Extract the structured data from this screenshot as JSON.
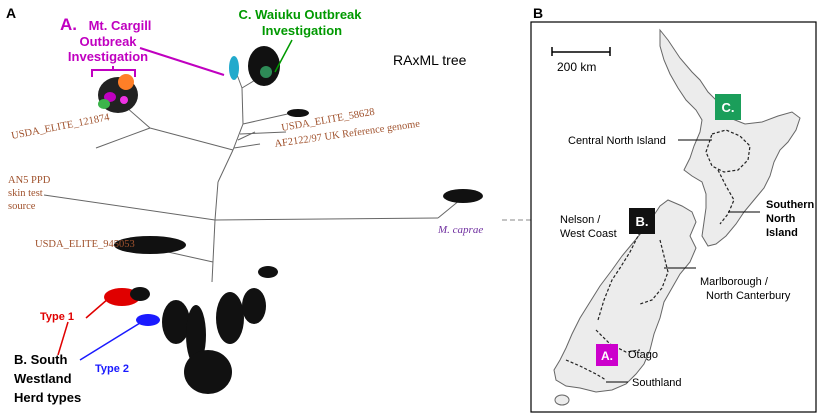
{
  "panel_a": {
    "panel_letter": "A",
    "tree_title": "RAxML tree",
    "mt_cargill": {
      "marker": "A.",
      "line1": "Mt. Cargill",
      "line2": "Outbreak",
      "line3": "Investigation"
    },
    "waiuku": {
      "line1": "C. Waiuku Outbreak",
      "line2": "Investigation"
    },
    "ref_labels": {
      "usda_121874": "USDA_ELITE_121874",
      "usda_58628": "USDA_ELITE_58628",
      "af2122": "AF2122/97 UK Reference genome",
      "an5_line1": "AN5 PPD",
      "an5_line2": "skin test",
      "an5_line3": "source",
      "usda_945053": "USDA_ELITE_945053",
      "m_caprae": "M. caprae"
    },
    "type1": "Type 1",
    "type2": "Type 2",
    "south_westland": {
      "line1": "B. South",
      "line2": "Westland",
      "line3": "Herd types"
    }
  },
  "panel_b": {
    "panel_letter": "B",
    "scale_label": "200 km",
    "markers": {
      "c": "C.",
      "b": "B.",
      "a": "A."
    },
    "regions": {
      "central_north_island": "Central North Island",
      "southern_north_line1": "Southern",
      "southern_north_line2": "North",
      "southern_north_line3": "Island",
      "nelson_line1": "Nelson /",
      "nelson_line2": "West Coast",
      "marlborough_line1": "Marlborough /",
      "marlborough_line2": "North Canterbury",
      "otago": "Otago",
      "southland": "Southland"
    }
  },
  "colors": {
    "purple": "#c000c0",
    "green": "#009900",
    "brown": "#a0522d",
    "red": "#e00000",
    "blue": "#1a1aff",
    "caprae": "#7030a0",
    "marker_green": "#1a9e5a",
    "marker_magenta": "#cc00cc"
  }
}
